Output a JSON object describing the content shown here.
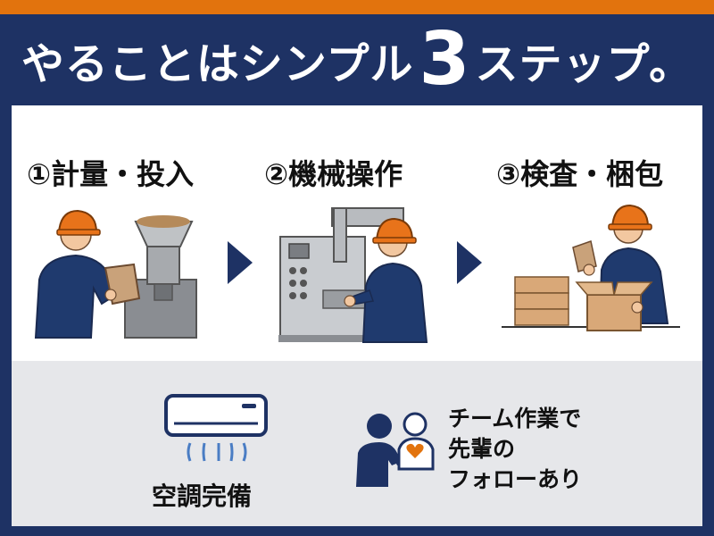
{
  "header": {
    "title_part1": "やることはシンプル",
    "title_number": "3",
    "title_part2": "ステップ。"
  },
  "steps": [
    {
      "label": "①計量・投入"
    },
    {
      "label": "②機械操作"
    },
    {
      "label": "③検査・梱包"
    }
  ],
  "features": {
    "aircon": {
      "label": "空調完備"
    },
    "team": {
      "line1": "チーム作業で",
      "line2": "先輩の",
      "line3": "フォローあり"
    }
  },
  "colors": {
    "navy": "#1e3264",
    "orange": "#e2730d",
    "helmet": "#e8731a",
    "panel_gray": "#e6e7ea"
  },
  "icons": [
    "air-conditioner-icon",
    "team-support-icon",
    "step-arrow-icon"
  ]
}
